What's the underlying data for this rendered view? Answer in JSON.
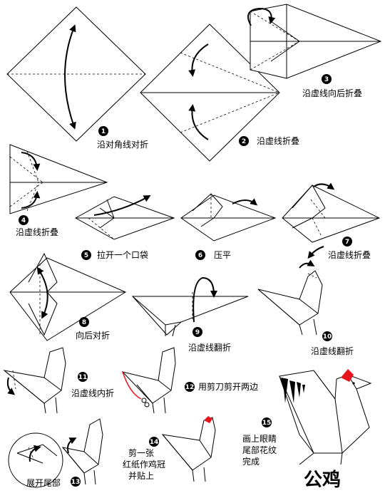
{
  "title": "公鸡",
  "steps": [
    {
      "num": "1",
      "caption": [
        "沿对角线对折"
      ]
    },
    {
      "num": "2",
      "caption": [
        "沿虚线折叠"
      ]
    },
    {
      "num": "3",
      "caption": [
        "沿虚线向后折叠"
      ]
    },
    {
      "num": "4",
      "caption": [
        "沿虚线折叠"
      ]
    },
    {
      "num": "5",
      "caption": [
        "拉开一个口袋"
      ]
    },
    {
      "num": "6",
      "caption": [
        "压平"
      ]
    },
    {
      "num": "7",
      "caption": [
        "沿虚线折叠"
      ]
    },
    {
      "num": "8",
      "caption": [
        "向后对折"
      ]
    },
    {
      "num": "9",
      "caption": [
        "沿虚线翻折"
      ]
    },
    {
      "num": "10",
      "caption": [
        "沿虚线翻折"
      ]
    },
    {
      "num": "11",
      "caption": [
        "沿虚线内折"
      ]
    },
    {
      "num": "12",
      "caption": [
        "用剪刀剪开两边"
      ]
    },
    {
      "num": "13",
      "caption": [
        "展开尾部"
      ]
    },
    {
      "num": "14",
      "caption": [
        "剪一张",
        "红纸作鸡冠",
        "并贴上"
      ]
    },
    {
      "num": "15",
      "caption": [
        "画上眼睛",
        "尾部花纹",
        "完成"
      ]
    }
  ],
  "colors": {
    "line": "#000000",
    "comb": "#e8141c",
    "background": "#ffffff"
  }
}
